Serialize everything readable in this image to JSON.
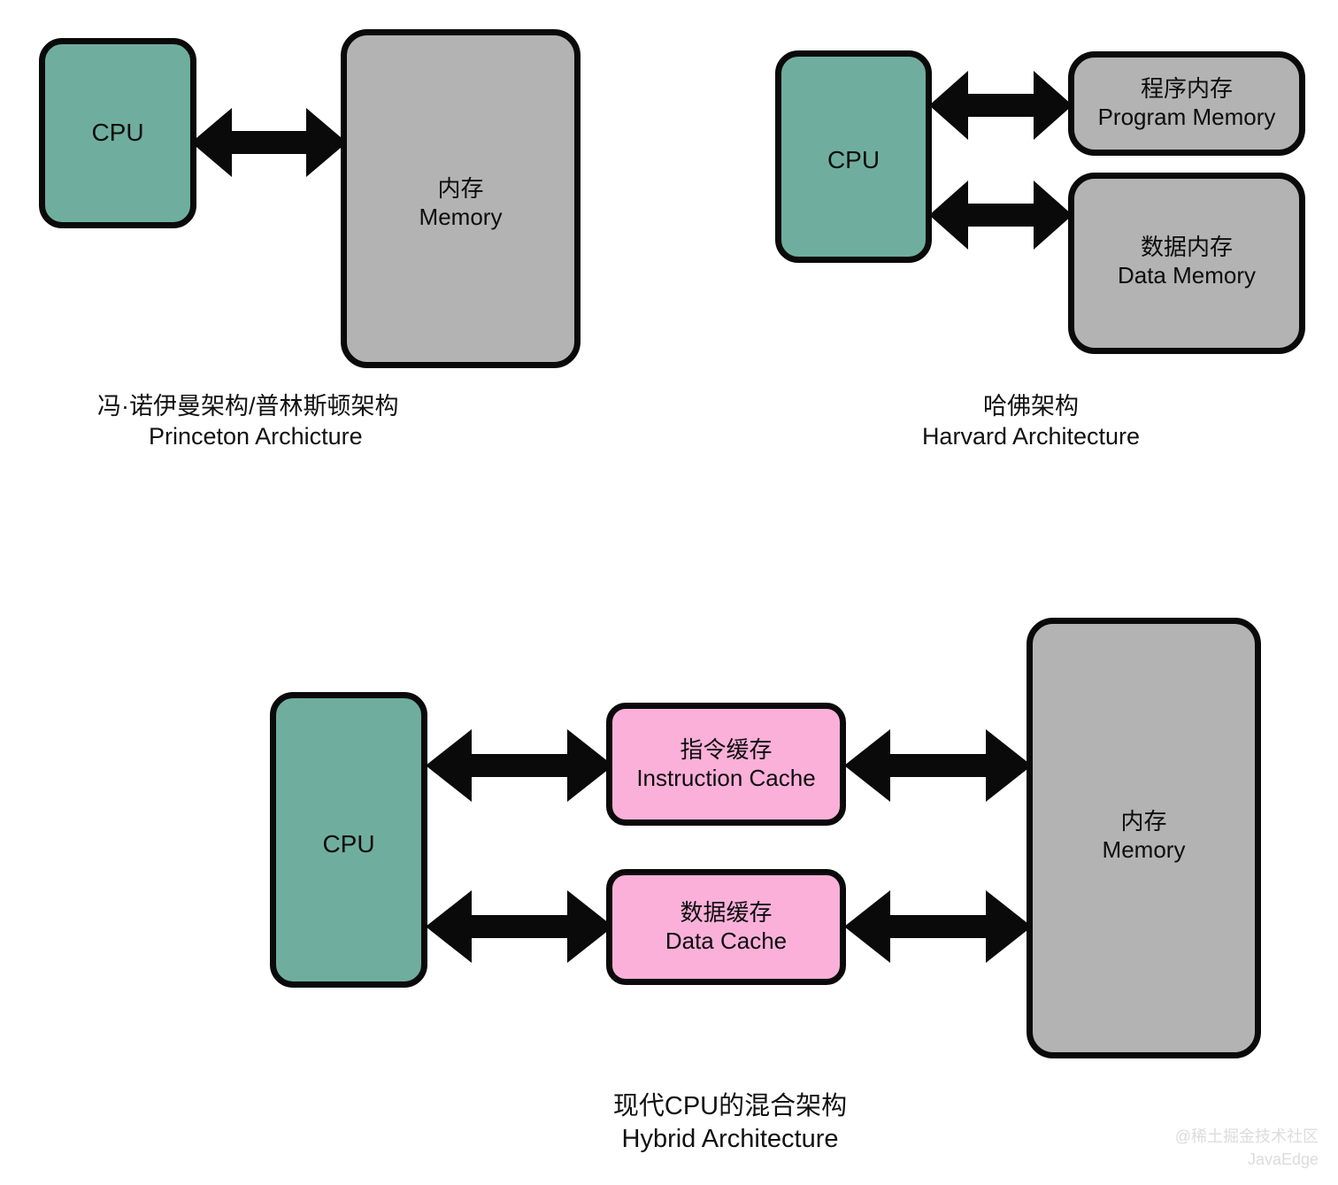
{
  "diagram": {
    "title_semantic": "cpu-memory-architecture-comparison",
    "colors": {
      "cpu_fill": "#6fae9e",
      "memory_fill": "#b3b3b3",
      "cache_fill": "#fbb0da",
      "stroke": "#0a0a0a",
      "background": "#ffffff",
      "watermark": "#dcdcdc"
    },
    "sections": [
      {
        "key": "princeton",
        "caption_cn": "冯·诺伊曼架构/普林斯顿架构",
        "caption_en": "Princeton Archicture",
        "nodes": {
          "cpu": {
            "label": "CPU"
          },
          "memory": {
            "label_cn": "内存",
            "label_en": "Memory"
          }
        },
        "arrows": [
          {
            "name": "cpu-to-memory-arrow",
            "direction": "bidirectional"
          }
        ]
      },
      {
        "key": "harvard",
        "caption_cn": "哈佛架构",
        "caption_en": "Harvard Architecture",
        "nodes": {
          "cpu": {
            "label": "CPU"
          },
          "program_memory": {
            "label_cn": "程序内存",
            "label_en": "Program Memory"
          },
          "data_memory": {
            "label_cn": "数据内存",
            "label_en": "Data Memory"
          }
        },
        "arrows": [
          {
            "name": "cpu-to-program-memory-arrow",
            "direction": "bidirectional"
          },
          {
            "name": "cpu-to-data-memory-arrow",
            "direction": "bidirectional"
          }
        ]
      },
      {
        "key": "hybrid",
        "caption_cn": "现代CPU的混合架构",
        "caption_en": "Hybrid Architecture",
        "nodes": {
          "cpu": {
            "label": "CPU"
          },
          "instruction_cache": {
            "label_cn": "指令缓存",
            "label_en": "Instruction Cache"
          },
          "data_cache": {
            "label_cn": "数据缓存",
            "label_en": "Data Cache"
          },
          "memory": {
            "label_cn": "内存",
            "label_en": "Memory"
          }
        },
        "arrows": [
          {
            "name": "cpu-to-instruction-cache-arrow",
            "direction": "bidirectional"
          },
          {
            "name": "cpu-to-data-cache-arrow",
            "direction": "bidirectional"
          },
          {
            "name": "instruction-cache-to-memory-arrow",
            "direction": "bidirectional"
          },
          {
            "name": "data-cache-to-memory-arrow",
            "direction": "bidirectional"
          }
        ]
      }
    ],
    "watermark": {
      "line1": "@稀土掘金技术社区",
      "line2": "JavaEdge"
    }
  }
}
